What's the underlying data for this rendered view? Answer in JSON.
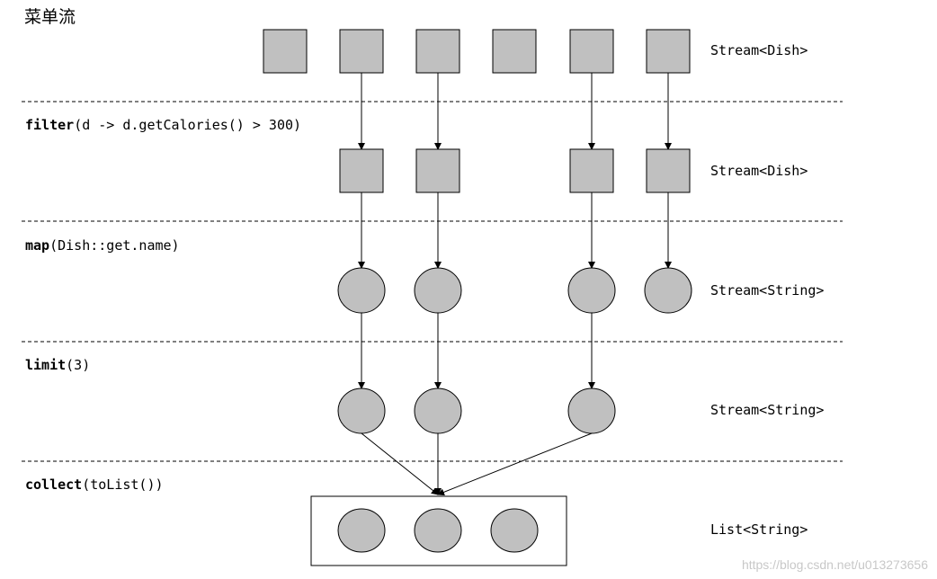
{
  "title": "菜单流",
  "stages": [
    {
      "op": "",
      "args": "",
      "type": "Stream<Dish>",
      "shape": "square",
      "items": [
        1,
        1,
        1,
        1,
        1,
        1
      ]
    },
    {
      "op": "filter",
      "args": "(d -> d.getCalories() > 300)",
      "type": "Stream<Dish>",
      "shape": "square",
      "items": [
        0,
        1,
        1,
        0,
        1,
        1
      ]
    },
    {
      "op": "map",
      "args": "(Dish::get.name)",
      "type": "Stream<String>",
      "shape": "circle",
      "items": [
        0,
        1,
        1,
        0,
        1,
        1
      ]
    },
    {
      "op": "limit",
      "args": "(3)",
      "type": "Stream<String>",
      "shape": "circle",
      "items": [
        0,
        1,
        1,
        0,
        1,
        0
      ]
    },
    {
      "op": "collect",
      "args": "(toList())",
      "type": "List<String>",
      "shape": "circle-box",
      "items": [
        3
      ]
    }
  ],
  "colors": {
    "item_fill": "#c0c0c0",
    "stroke": "#000000"
  },
  "watermark": "https://blog.csdn.net/u013273656"
}
